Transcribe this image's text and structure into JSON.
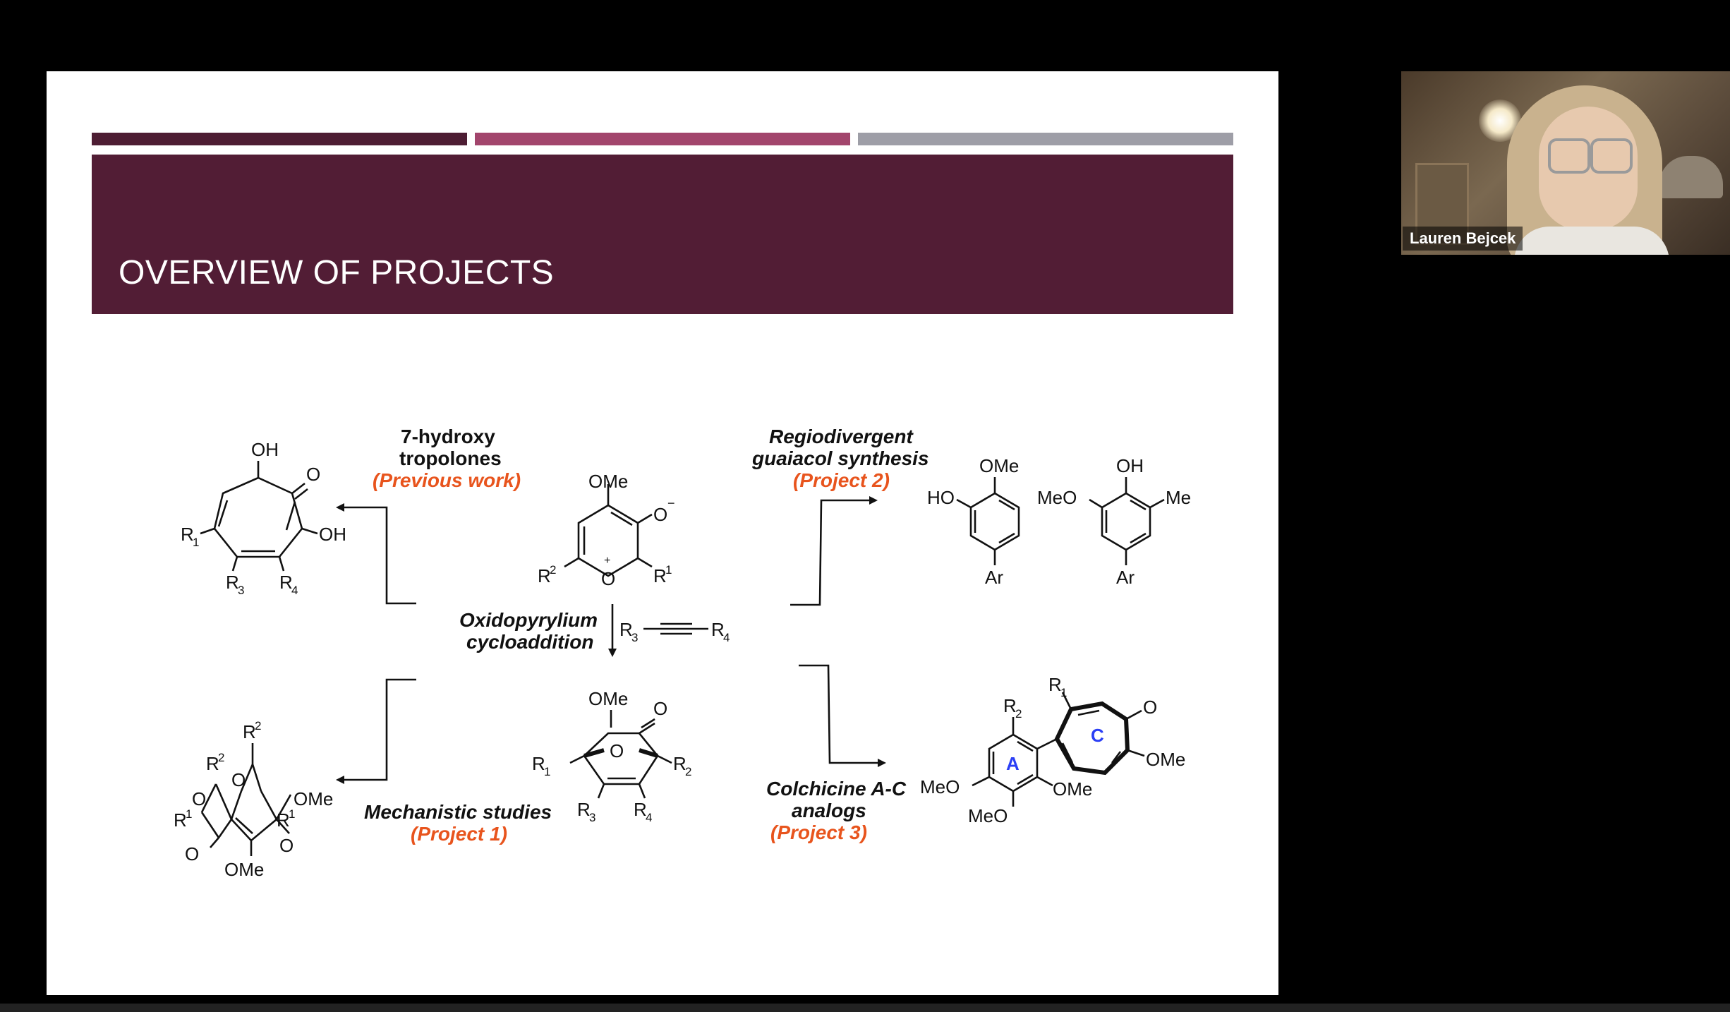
{
  "slide": {
    "title": "OVERVIEW OF PROJECTS",
    "colors": {
      "banner": "#521d35",
      "bar1": "#4d1d33",
      "bar2": "#a2456c",
      "bar3": "#9e9ea7",
      "accent_text": "#e8541d",
      "ring_label": "#2b3ff5"
    },
    "scheme": {
      "center": {
        "reagent_label_1": "Oxidopyrylium",
        "reagent_label_2": "cycloaddition"
      },
      "top_left": {
        "label_1": "7-hydroxy",
        "label_2": "tropolones",
        "note": "(Previous work)"
      },
      "top_right": {
        "label_1": "Regiodivergent",
        "label_2": "guaiacol synthesis",
        "note": "(Project 2)"
      },
      "bottom_left": {
        "label_1": "Mechanistic studies",
        "note": "(Project 1)"
      },
      "bottom_right": {
        "label_1": "Colchicine A-C",
        "label_2": "analogs",
        "note": "(Project 3)"
      },
      "atoms": {
        "OH": "OH",
        "O": "O",
        "R1": "R",
        "R2": "R",
        "R3": "R",
        "R4": "R",
        "OMe": "OMe",
        "MeO": "MeO",
        "HO": "HO",
        "Me": "Me",
        "Ar": "Ar",
        "sub1": "1",
        "sub2": "2",
        "sub3": "3",
        "sub4": "4",
        "minus": "−",
        "plus": "+",
        "ringA": "A",
        "ringC": "C"
      }
    }
  },
  "video": {
    "participant_name": "Lauren Bejcek",
    "icon": "video-tile-icon"
  }
}
